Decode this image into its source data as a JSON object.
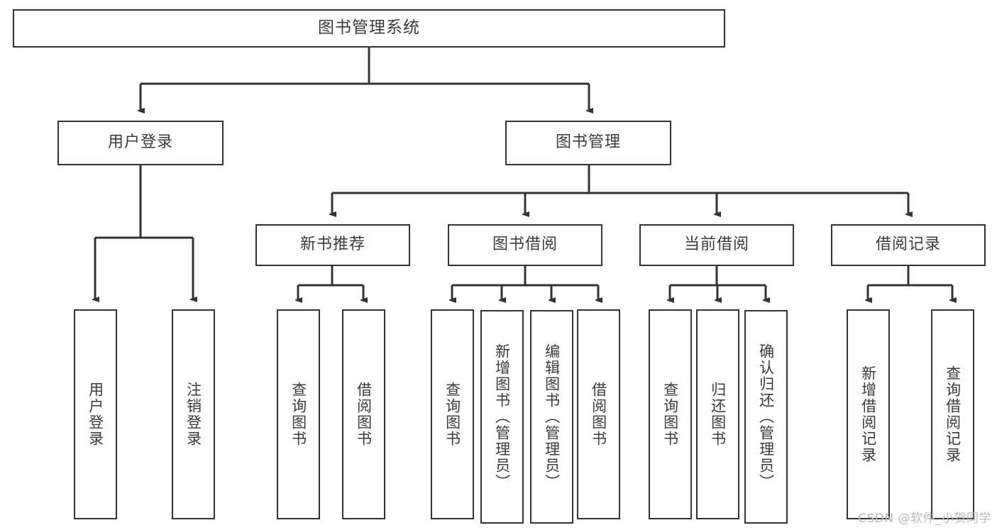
{
  "diagram": {
    "title": "图书管理系统",
    "type": "tree-hierarchy",
    "watermark": "CSDN @软件_小贺同学",
    "colors": {
      "stroke": "#333333",
      "fill": "#ffffff",
      "text": "#3a3a3a",
      "watermark": "#b9b9b9"
    },
    "nodes": {
      "root": "图书管理系统",
      "level1": [
        {
          "label": "用户登录"
        },
        {
          "label": "图书管理"
        }
      ],
      "level2": [
        {
          "label": "新书推荐"
        },
        {
          "label": "图书借阅"
        },
        {
          "label": "当前借阅"
        },
        {
          "label": "借阅记录"
        }
      ],
      "leaves": {
        "user_login": [
          {
            "label": "用户登录"
          },
          {
            "label": "注销登录"
          }
        ],
        "new_book": [
          {
            "label": "查询图书"
          },
          {
            "label": "借阅图书"
          }
        ],
        "book_borrow": [
          {
            "label": "查询图书"
          },
          {
            "label": "新增图书（管理员）"
          },
          {
            "label": "编辑图书（管理员）"
          },
          {
            "label": "借阅图书"
          }
        ],
        "current_borrow": [
          {
            "label": "查询图书"
          },
          {
            "label": "归还图书"
          },
          {
            "label": "确认归还（管理员）"
          }
        ],
        "borrow_record": [
          {
            "label": "新增借阅记录"
          },
          {
            "label": "查询借阅记录"
          }
        ]
      }
    }
  }
}
